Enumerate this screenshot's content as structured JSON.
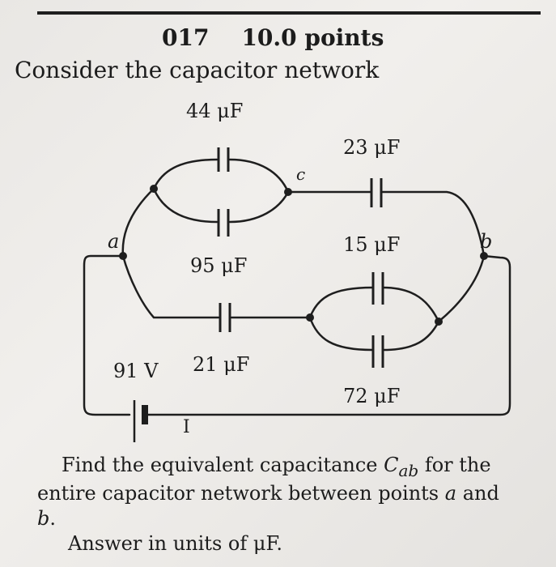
{
  "header": {
    "number": "017",
    "points": "10.0 points"
  },
  "intro": "Consider the capacitor network",
  "circuit": {
    "capacitors": [
      {
        "id": "c44",
        "label": "44 μF"
      },
      {
        "id": "c95",
        "label": "95 μF"
      },
      {
        "id": "c23",
        "label": "23 μF"
      },
      {
        "id": "c21",
        "label": "21 μF"
      },
      {
        "id": "c15",
        "label": "15 μF"
      },
      {
        "id": "c72",
        "label": "72 μF"
      }
    ],
    "nodes": {
      "a": "a",
      "b": "b",
      "c": "c"
    },
    "battery": {
      "label": "91 V"
    },
    "current_label": "I"
  },
  "question": {
    "line1_pre": "Find the equivalent capacitance ",
    "var_main": "C",
    "var_sub": "ab",
    "line1_post": " for the",
    "line2_pre": "entire capacitor network between points ",
    "node_a": "a",
    "line2_post": " and",
    "node_b": "b",
    "line3_post": "."
  },
  "answer": {
    "pre": "Answer in units of ",
    "unit": "μF",
    "post": "."
  }
}
